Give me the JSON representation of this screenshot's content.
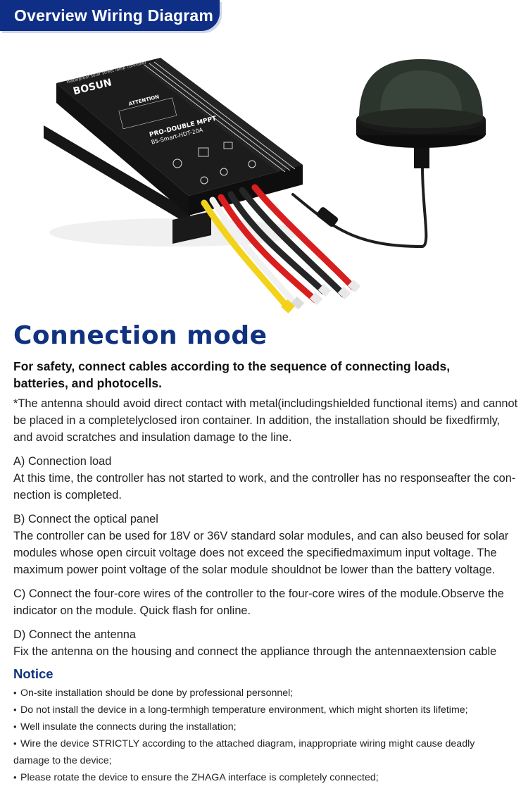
{
  "header": {
    "title": "Overview Wiring Diagram"
  },
  "illustration": {
    "controller_brand": "BOSUN",
    "controller_model_line1": "PRO-DOUBLE MPPT",
    "controller_model_line2": "BS-Smart-HDT-20A",
    "controller_attention": "ATTENTION",
    "controller_subtitle": "Waterproof solar street lamp controller"
  },
  "main": {
    "heading": "Connection mode",
    "safety_line1": "For safety, connect cables according to the sequence of connecting loads,",
    "safety_line2": "batteries, and photocells.",
    "antenna_note_line1": "*The antenna should avoid direct contact with metal(includingshielded functional items) and cannot",
    "antenna_note_line2": "be placed in a completelyclosed iron container. In addition, the installation should be fixedfirmly,",
    "antenna_note_line3": "and avoid scratches and insulation damage to the line.",
    "step_a_title": "A) Connection load",
    "step_a_line1": "At this time, the controller has not started to work, and the controller has no responseafter the con-",
    "step_a_line2": "nection is completed.",
    "step_b_title": "B) Connect the optical panel",
    "step_b_line1": "The controller can be used for 18V or 36V standard solar modules, and can also beused for solar",
    "step_b_line2": "modules whose open circuit voltage does not exceed the specifiedmaximum input voltage. The",
    "step_b_line3": "maximum power point voltage of the solar module shouldnot be lower than the battery voltage.",
    "step_c_line1": "C) Connect the four-core wires of the controller to the four-core wires of the module.Observe the",
    "step_c_line2": "indicator on the module. Quick flash for online.",
    "step_d_title": "D) Connect the antenna",
    "step_d_line1": "Fix the antenna on the housing and connect the appliance through the antennaextension cable"
  },
  "notice": {
    "heading": "Notice",
    "bullet": "•",
    "item1": "On-site installation should be done by professional personnel;",
    "item2": "Do not install the device in a long-termhigh temperature environment, which might shorten its lifetime;",
    "item3": "Well insulate the connects during the installation;",
    "item4_line1": "Wire the device STRICTLY according to the attached diagram, inappropriate wiring might cause deadly",
    "item4_line2": "damage to the device;",
    "item5": "Please rotate the device to ensure the ZHAGA interface is completely connected;"
  },
  "colors": {
    "brand_blue": "#10327f",
    "banner_blue": "#0f2f86",
    "wire_red": "#d81e1e",
    "wire_black": "#262626",
    "wire_yellow": "#f2d21a",
    "wire_white": "#f1f1f1"
  }
}
